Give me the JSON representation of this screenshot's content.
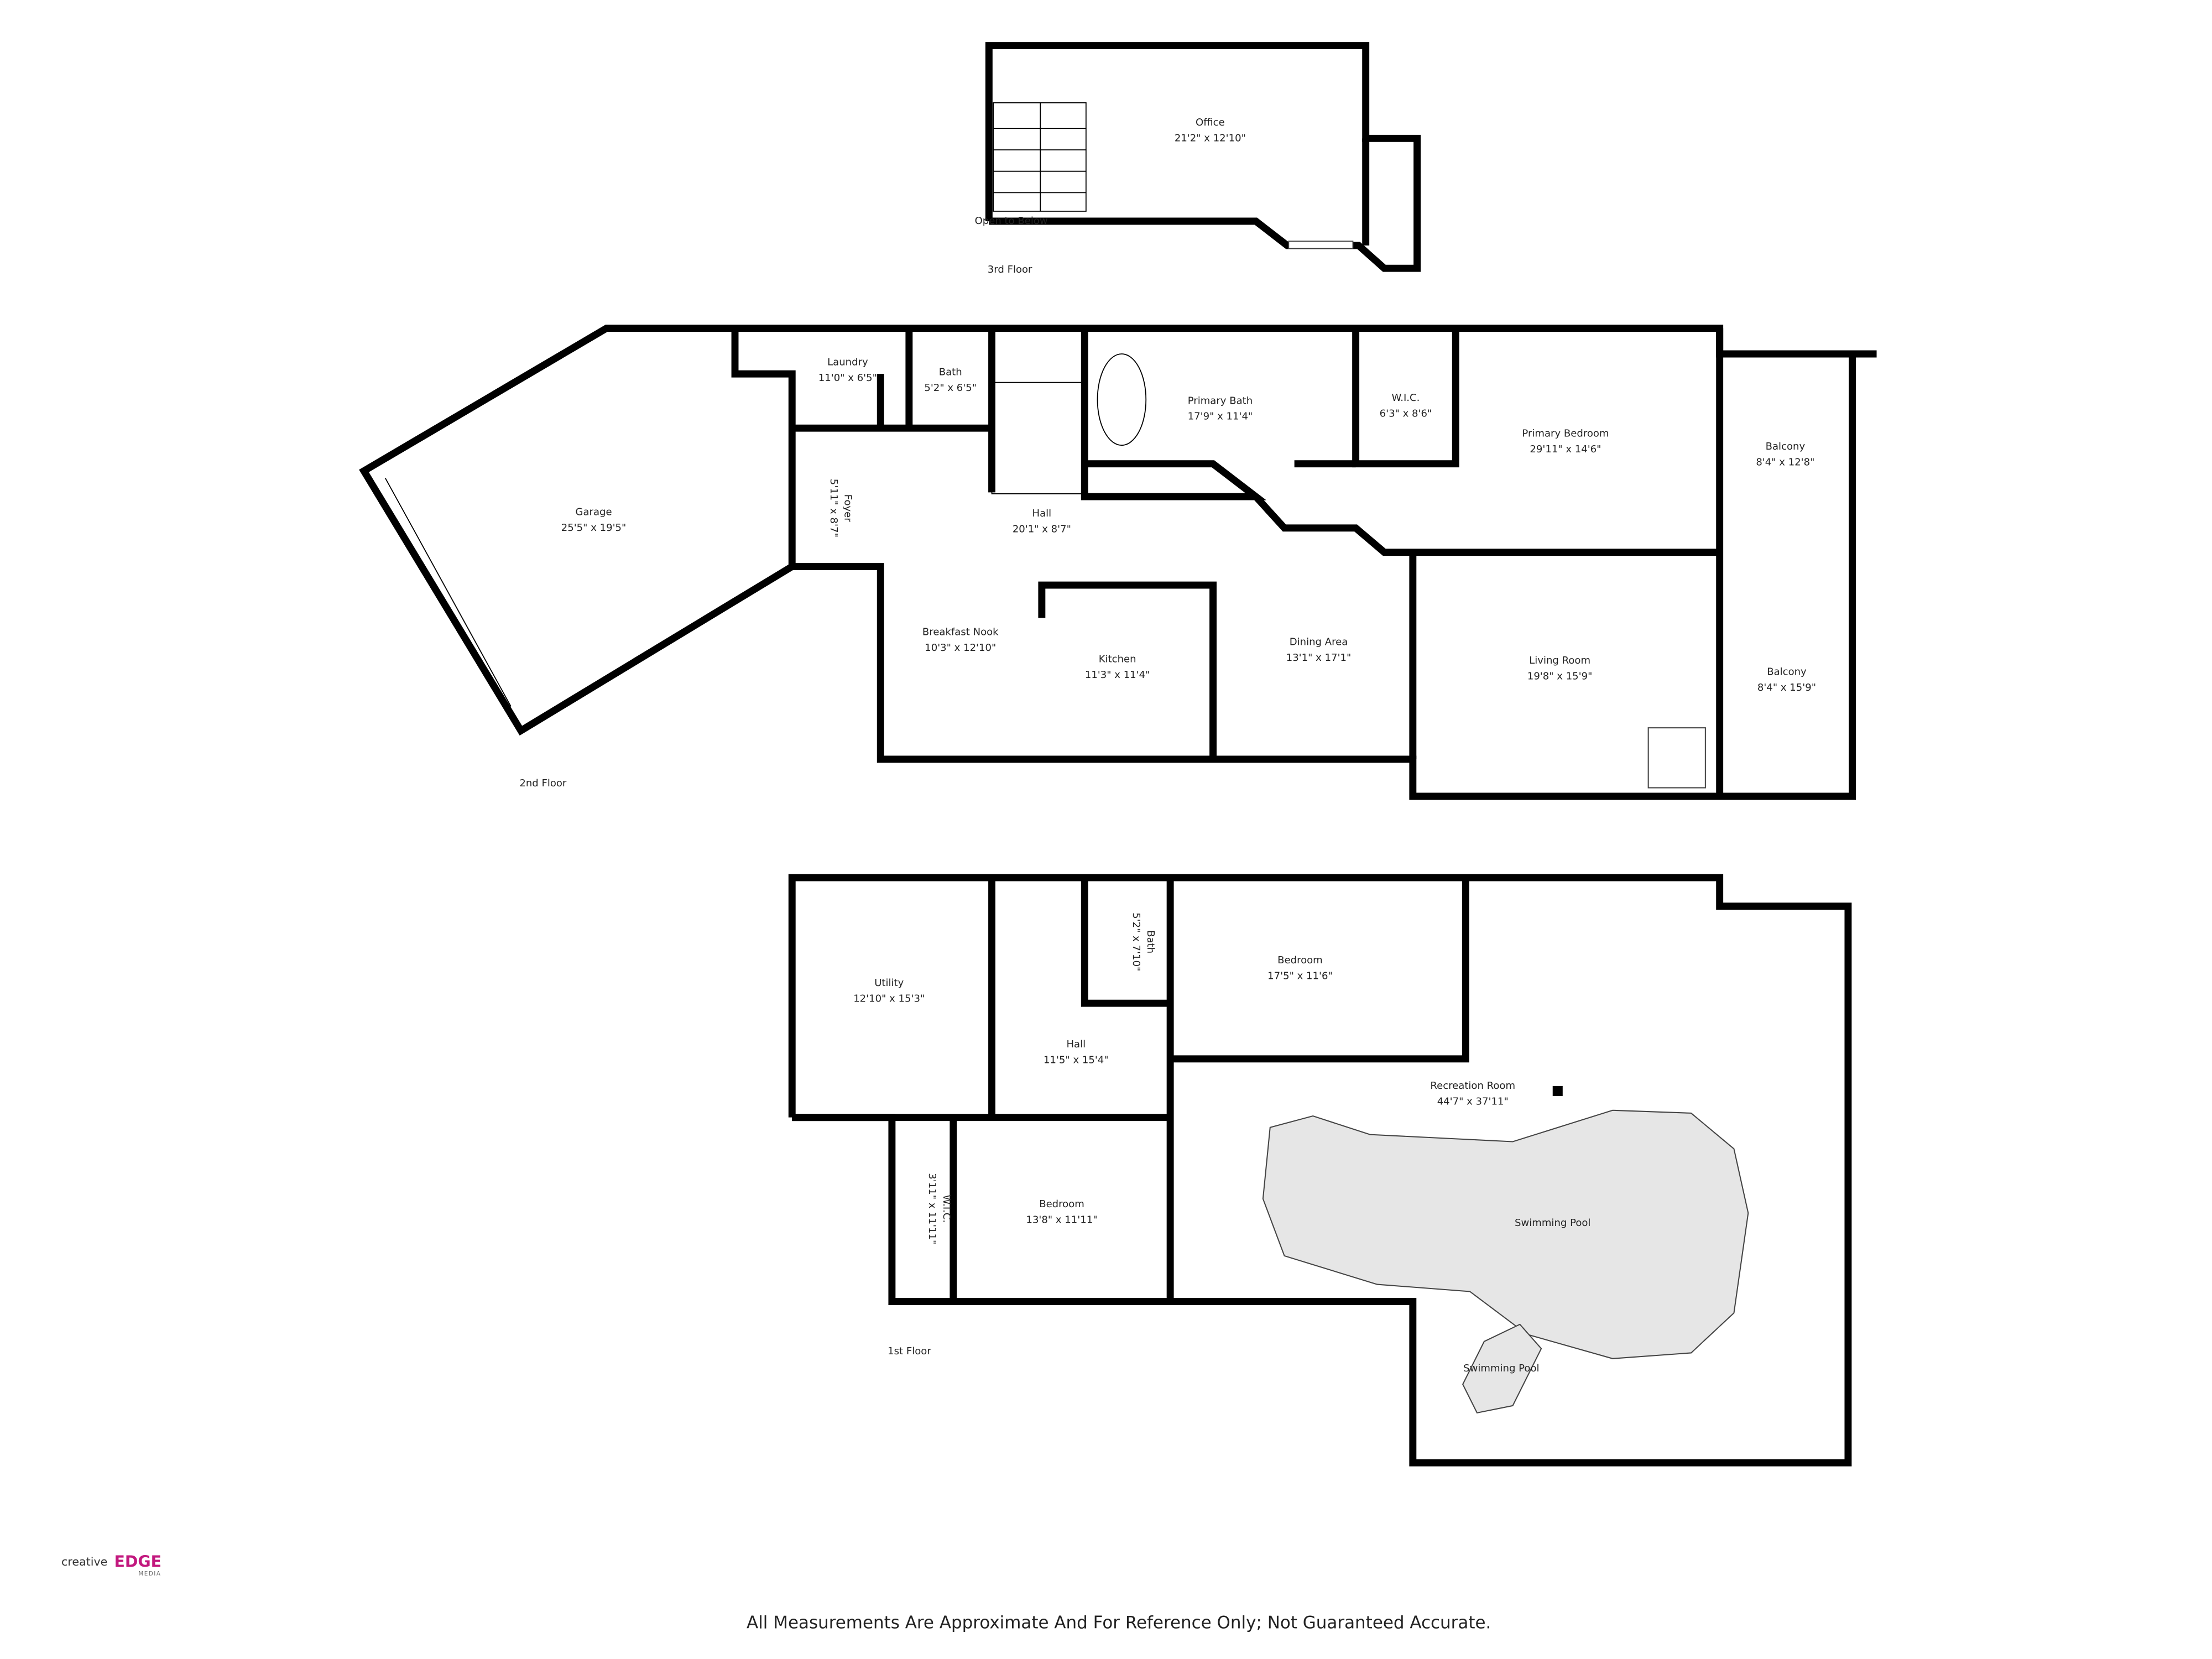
{
  "floors": {
    "third": {
      "label": "3rd Floor",
      "note": "Open to Below",
      "rooms": {
        "office": {
          "name": "Office",
          "dims": "21'2\" x 12'10\""
        }
      }
    },
    "second": {
      "label": "2nd Floor",
      "rooms": {
        "garage": {
          "name": "Garage",
          "dims": "25'5\" x 19'5\""
        },
        "laundry": {
          "name": "Laundry",
          "dims": "11'0\" x 6'5\""
        },
        "bath": {
          "name": "Bath",
          "dims": "5'2\" x 6'5\""
        },
        "foyer": {
          "name": "Foyer",
          "dims": "5'11\" x 8'7\""
        },
        "hall": {
          "name": "Hall",
          "dims": "20'1\" x 8'7\""
        },
        "primary_bath": {
          "name": "Primary Bath",
          "dims": "17'9\" x 11'4\""
        },
        "wic": {
          "name": "W.I.C.",
          "dims": "6'3\" x 8'6\""
        },
        "primary_bedroom": {
          "name": "Primary Bedroom",
          "dims": "29'11\" x 14'6\""
        },
        "balcony1": {
          "name": "Balcony",
          "dims": "8'4\" x 12'8\""
        },
        "breakfast_nook": {
          "name": "Breakfast Nook",
          "dims": "10'3\" x 12'10\""
        },
        "kitchen": {
          "name": "Kitchen",
          "dims": "11'3\" x 11'4\""
        },
        "dining": {
          "name": "Dining Area",
          "dims": "13'1\" x 17'1\""
        },
        "living": {
          "name": "Living Room",
          "dims": "19'8\" x 15'9\""
        },
        "balcony2": {
          "name": "Balcony",
          "dims": "8'4\" x 15'9\""
        }
      }
    },
    "first": {
      "label": "1st Floor",
      "rooms": {
        "utility": {
          "name": "Utility",
          "dims": "12'10\" x 15'3\""
        },
        "hall": {
          "name": "Hall",
          "dims": "11'5\" x 15'4\""
        },
        "bath": {
          "name": "Bath",
          "dims": "5'2\" x 7'10\""
        },
        "bedroom1": {
          "name": "Bedroom",
          "dims": "17'5\" x 11'6\""
        },
        "recreation": {
          "name": "Recreation Room",
          "dims": "44'7\" x 37'11\""
        },
        "wic": {
          "name": "W.I.C.",
          "dims": "3'11\" x 11'11\""
        },
        "bedroom2": {
          "name": "Bedroom",
          "dims": "13'8\" x 11'11\""
        },
        "pool1": {
          "name": "Swimming Pool"
        },
        "pool2": {
          "name": "Swimming Pool"
        }
      }
    }
  },
  "logo": {
    "word1": "creative",
    "word2": "EDGE",
    "word3": "MEDIA",
    "colors": [
      "#f7941d",
      "#e6157a",
      "#6a2c91"
    ]
  },
  "disclaimer": "All Measurements Are Approximate And For Reference Only; Not Guaranteed Accurate."
}
